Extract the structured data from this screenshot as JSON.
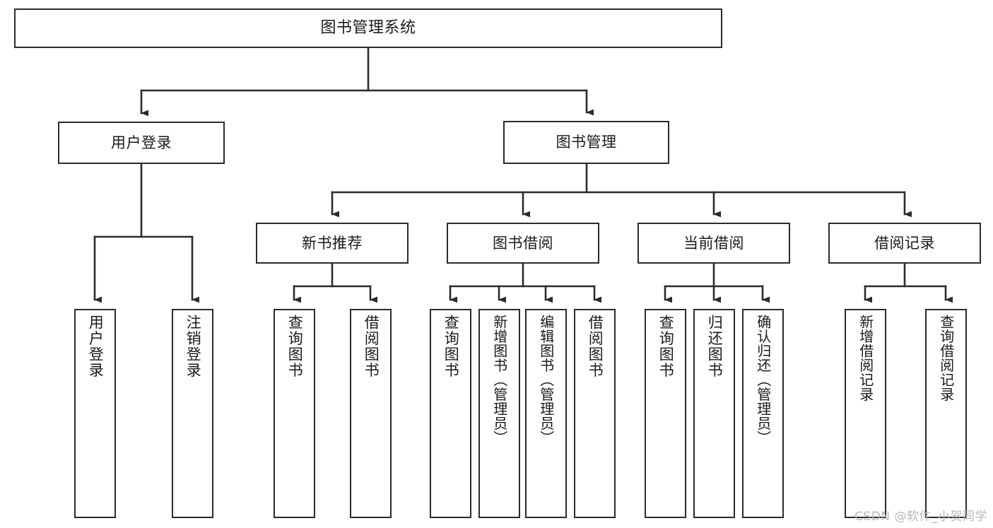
{
  "diagram": {
    "title_node": {
      "label": "图书管理系统"
    },
    "level2": [
      {
        "id": "user-login",
        "label": "用户登录"
      },
      {
        "id": "book-management",
        "label": "图书管理"
      }
    ],
    "level3": [
      {
        "id": "new-book-recommend",
        "label": "新书推荐"
      },
      {
        "id": "book-borrow",
        "label": "图书借阅"
      },
      {
        "id": "current-borrow",
        "label": "当前借阅"
      },
      {
        "id": "borrow-record",
        "label": "借阅记录"
      }
    ],
    "leaves": {
      "user_login": [
        {
          "id": "leaf-user-login",
          "label": "用户登录"
        },
        {
          "id": "leaf-logout-login",
          "label": "注销登录"
        }
      ],
      "new_book_recommend": [
        {
          "id": "leaf-query-book-1",
          "label": "查询图书"
        },
        {
          "id": "leaf-borrow-book-1",
          "label": "借阅图书"
        }
      ],
      "book_borrow": [
        {
          "id": "leaf-query-book-2",
          "label": "查询图书"
        },
        {
          "id": "leaf-add-book",
          "label": "新增图书（管理员）"
        },
        {
          "id": "leaf-edit-book",
          "label": "编辑图书（管理员）"
        },
        {
          "id": "leaf-borrow-book-2",
          "label": "借阅图书"
        }
      ],
      "current_borrow": [
        {
          "id": "leaf-query-book-3",
          "label": "查询图书"
        },
        {
          "id": "leaf-return-book",
          "label": "归还图书"
        },
        {
          "id": "leaf-confirm-return",
          "label": "确认归还（管理员）"
        }
      ],
      "borrow_record": [
        {
          "id": "leaf-add-borrow-record",
          "label": "新增借阅记录"
        },
        {
          "id": "leaf-query-borrow-record",
          "label": "查询借阅记录"
        }
      ]
    }
  },
  "watermark": {
    "text": "CSDN @软件_小贺同学"
  },
  "colors": {
    "stroke": "#2b2b2b",
    "background": "#ffffff",
    "text": "#1a1a1a",
    "watermark": "#b8b8b8"
  }
}
